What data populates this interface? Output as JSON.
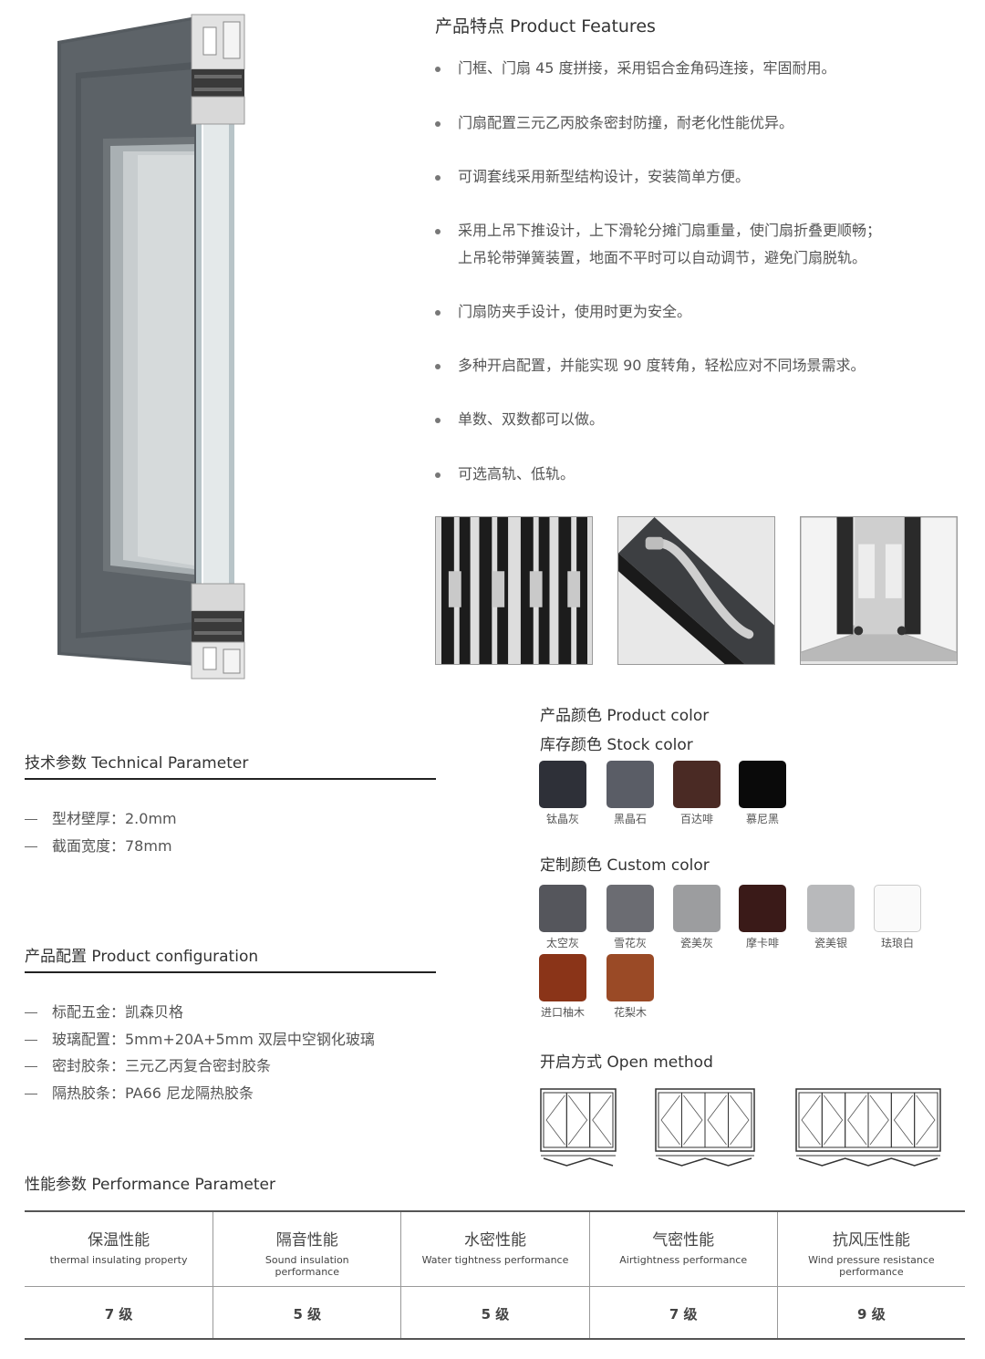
{
  "features": {
    "title": "产品特点 Product Features",
    "items": [
      {
        "lines": [
          "门框、门扇 45 度拼接，采用铝合金角码连接，牢固耐用。"
        ]
      },
      {
        "lines": [
          "门扇配置三元乙丙胶条密封防撞，耐老化性能优异。"
        ]
      },
      {
        "lines": [
          "可调套线采用新型结构设计，安装简单方便。"
        ]
      },
      {
        "lines": [
          "采用上吊下推设计，上下滑轮分摊门扇重量，使门扇折叠更顺畅；",
          "上吊轮带弹簧装置，地面不平时可以自动调节，避免门扇脱轨。"
        ]
      },
      {
        "lines": [
          "门扇防夹手设计，使用时更为安全。"
        ]
      },
      {
        "lines": [
          "多种开启配置，并能实现 90 度转角，轻松应对不同场景需求。"
        ]
      },
      {
        "lines": [
          "单数、双数都可以做。"
        ]
      },
      {
        "lines": [
          "可选高轨、低轨。"
        ]
      }
    ]
  },
  "technical": {
    "title": "技术参数  Technical Parameter",
    "items": [
      "型材壁厚：2.0mm",
      "截面宽度：78mm"
    ]
  },
  "configuration": {
    "title": "产品配置  Product configuration",
    "items": [
      "标配五金：凯森贝格",
      "玻璃配置：5mm+20A+5mm 双层中空钢化玻璃",
      "密封胶条：三元乙丙复合密封胶条",
      "隔热胶条：PA66 尼龙隔热胶条"
    ]
  },
  "colors": {
    "title": "产品颜色 Product color",
    "stock_title": "库存颜色 Stock color",
    "stock": [
      {
        "name": "钛晶灰",
        "color": "#2e3038"
      },
      {
        "name": "黑晶石",
        "color": "#5a5d66"
      },
      {
        "name": "百达啡",
        "color": "#4a2a24"
      },
      {
        "name": "慕尼黑",
        "color": "#0a0a0a"
      }
    ],
    "custom_title": "定制颜色 Custom color",
    "custom": [
      {
        "name": "太空灰",
        "color": "#55565c"
      },
      {
        "name": "雪花灰",
        "color": "#6b6c72"
      },
      {
        "name": "瓷美灰",
        "color": "#9c9d9f"
      },
      {
        "name": "摩卡啡",
        "color": "#3a1a18"
      },
      {
        "name": "瓷美银",
        "color": "#b8b9bb"
      },
      {
        "name": "珐琅白",
        "color": "#fafafa"
      },
      {
        "name": "进口柚木",
        "color": "#8a3418"
      },
      {
        "name": "花梨木",
        "color": "#9a4a26"
      }
    ]
  },
  "open_method": {
    "title": "开启方式 Open method",
    "panel_counts": [
      3,
      4,
      6
    ]
  },
  "performance": {
    "title": "性能参数  Performance Parameter",
    "columns": [
      {
        "cn": "保温性能",
        "en": "thermal insulating property",
        "value": "7 级"
      },
      {
        "cn": "隔音性能",
        "en": "Sound insulation performance",
        "value": "5 级"
      },
      {
        "cn": "水密性能",
        "en": "Water tightness performance",
        "value": "5 级"
      },
      {
        "cn": "气密性能",
        "en": "Airtightness performance",
        "value": "7 级"
      },
      {
        "cn": "抗风压性能",
        "en": "Wind pressure resistance performance",
        "value": "9 级"
      }
    ]
  }
}
